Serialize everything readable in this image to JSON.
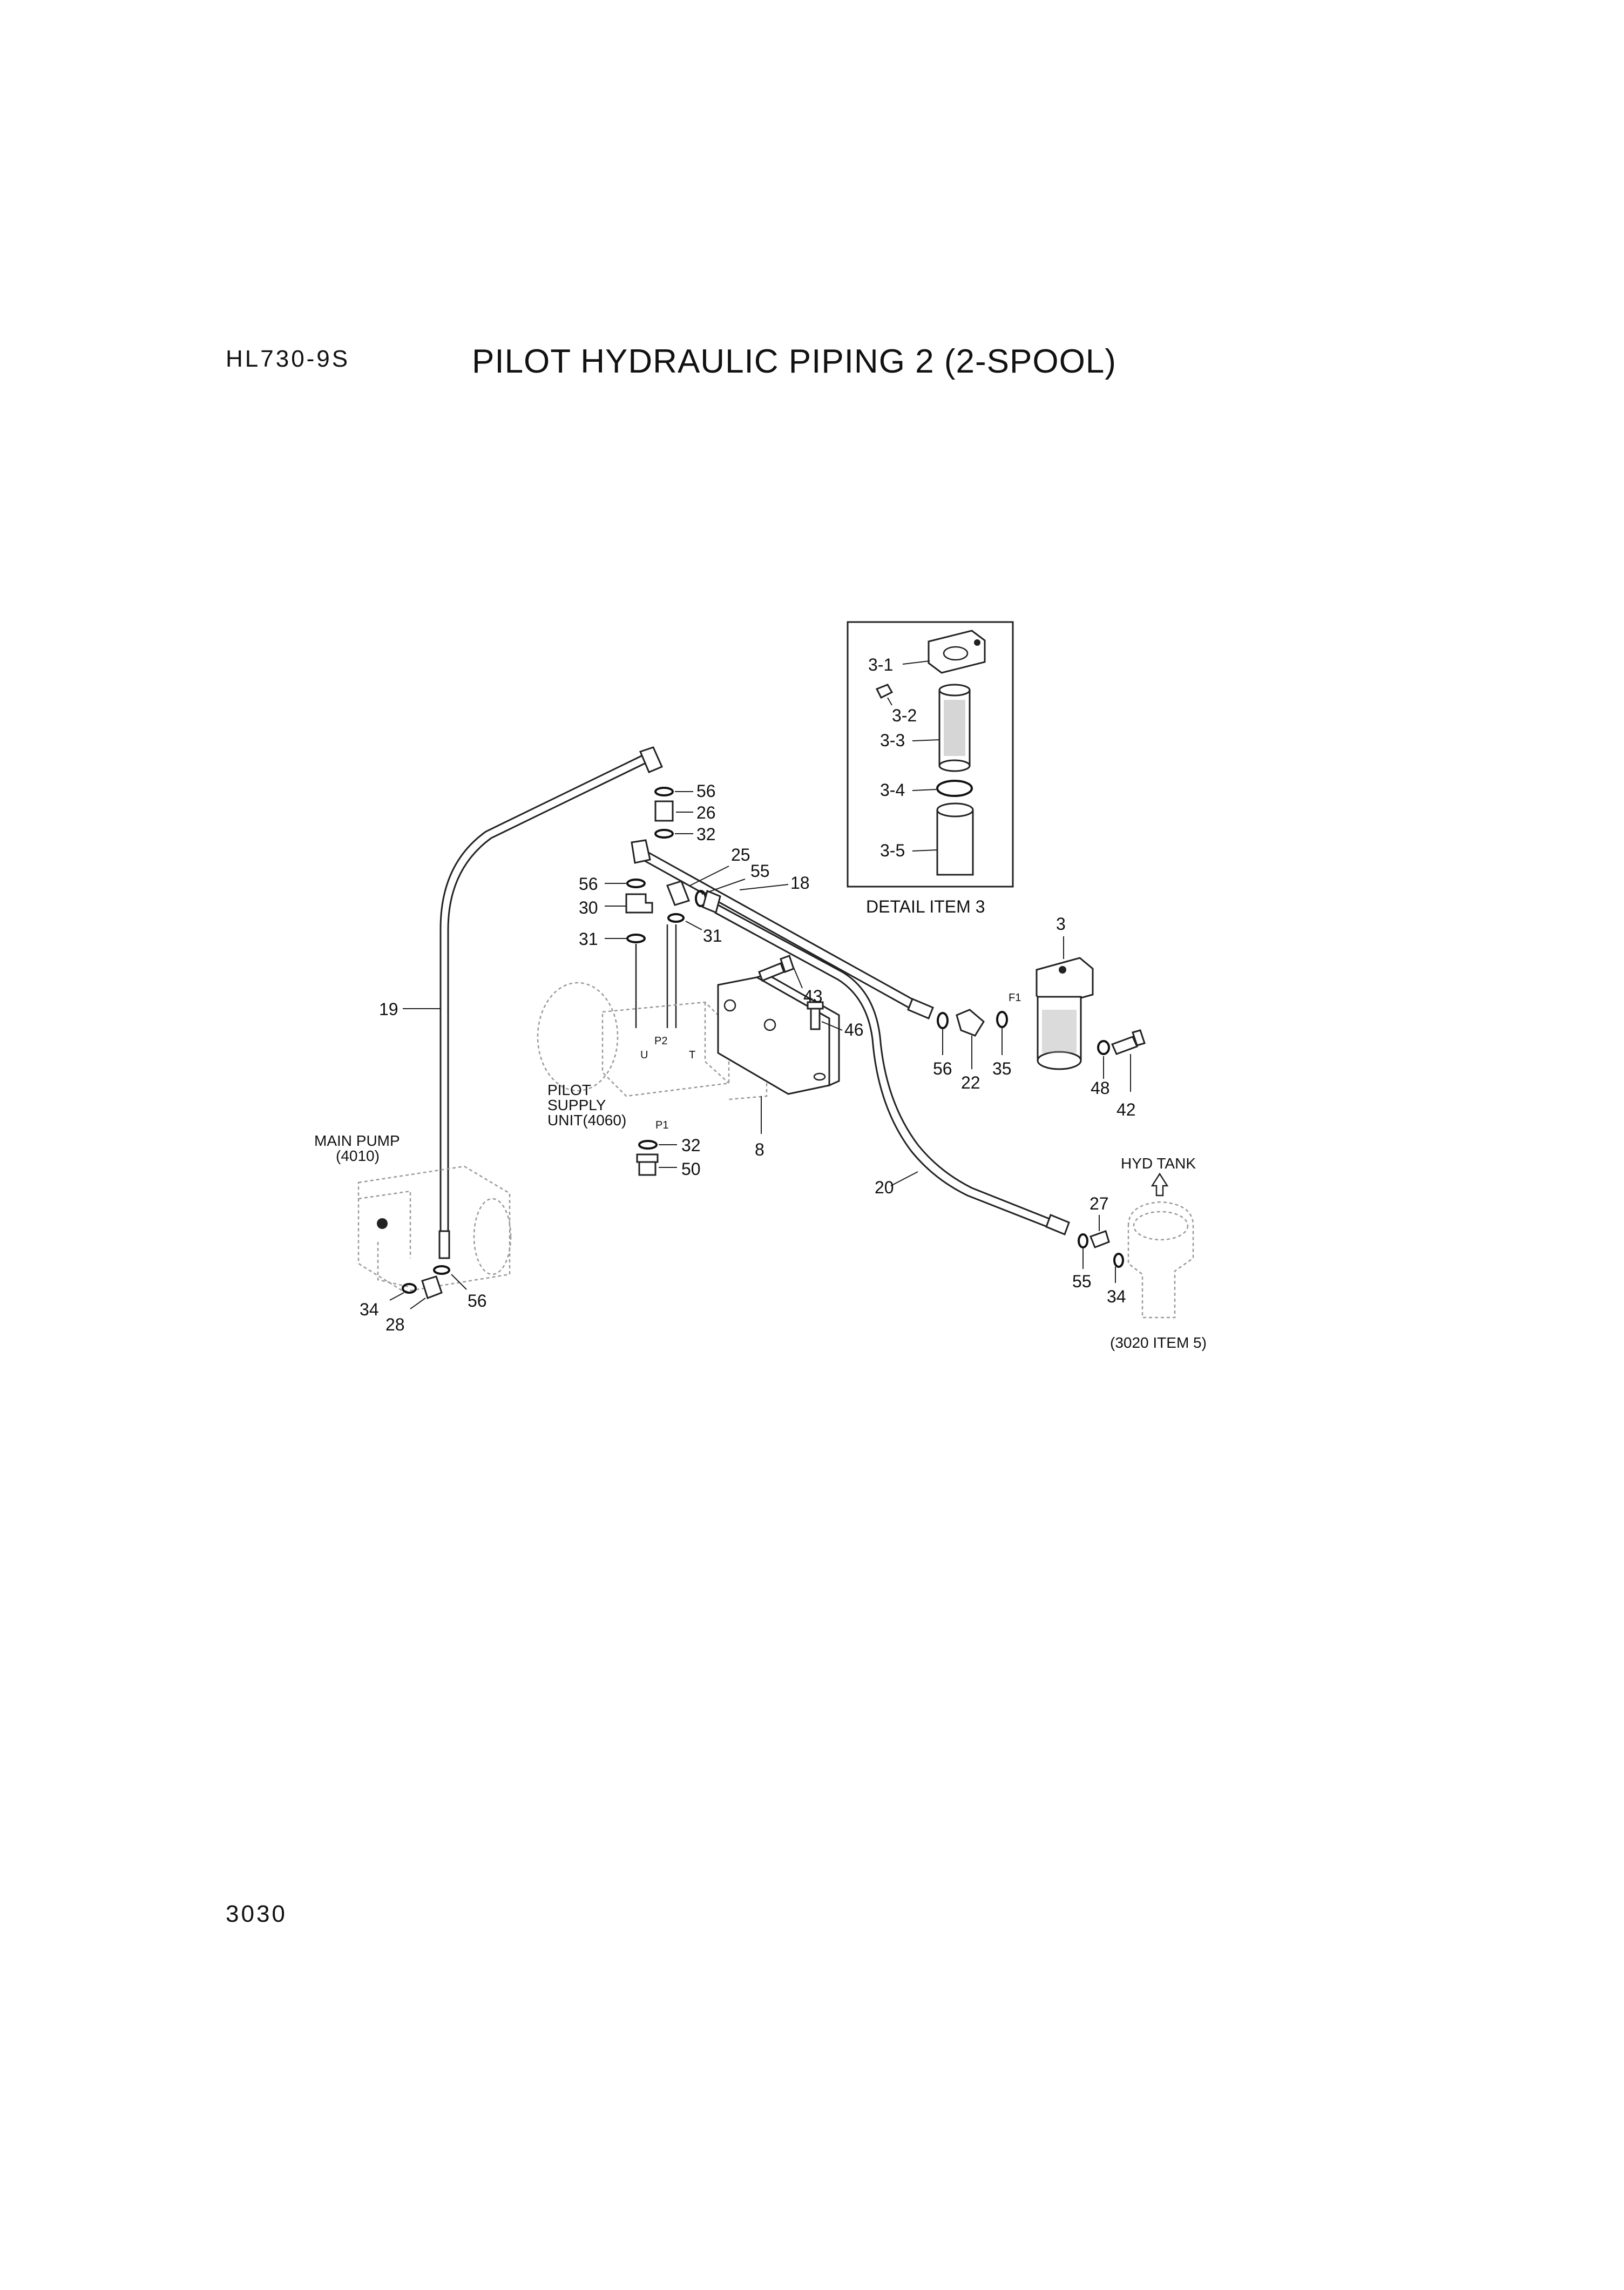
{
  "header": {
    "model": "HL730-9S",
    "title": "PILOT HYDRAULIC PIPING 2 (2-SPOOL)"
  },
  "footer": {
    "page_number": "3030"
  },
  "detail_box": {
    "caption": "DETAIL ITEM 3",
    "labels": [
      "3-1",
      "3-2",
      "3-3",
      "3-4",
      "3-5"
    ]
  },
  "component_labels": {
    "main_pump": "MAIN PUMP",
    "main_pump_ref": "(4010)",
    "pilot_supply_1": "PILOT",
    "pilot_supply_2": "SUPPLY",
    "pilot_supply_3": "UNIT(4060)",
    "hyd_tank": "HYD TANK",
    "hyd_tank_ref": "(3020 ITEM 5)",
    "port_p2": "P2",
    "port_u": "U",
    "port_t": "T",
    "port_p1": "P1",
    "port_f1": "F1"
  },
  "callouts": {
    "c56a": "56",
    "c26": "26",
    "c32a": "32",
    "c25": "25",
    "c55a": "55",
    "c18": "18",
    "c56b": "56",
    "c30": "30",
    "c31a": "31",
    "c31b": "31",
    "c19": "19",
    "c43": "43",
    "c46": "46",
    "c32b": "32",
    "c50": "50",
    "c8": "8",
    "c3": "3",
    "c56c": "56",
    "c22": "22",
    "c35": "35",
    "c48": "48",
    "c42": "42",
    "c20": "20",
    "c27": "27",
    "c55b": "55",
    "c34a": "34",
    "c34b": "34",
    "c28": "28",
    "c56d": "56"
  }
}
